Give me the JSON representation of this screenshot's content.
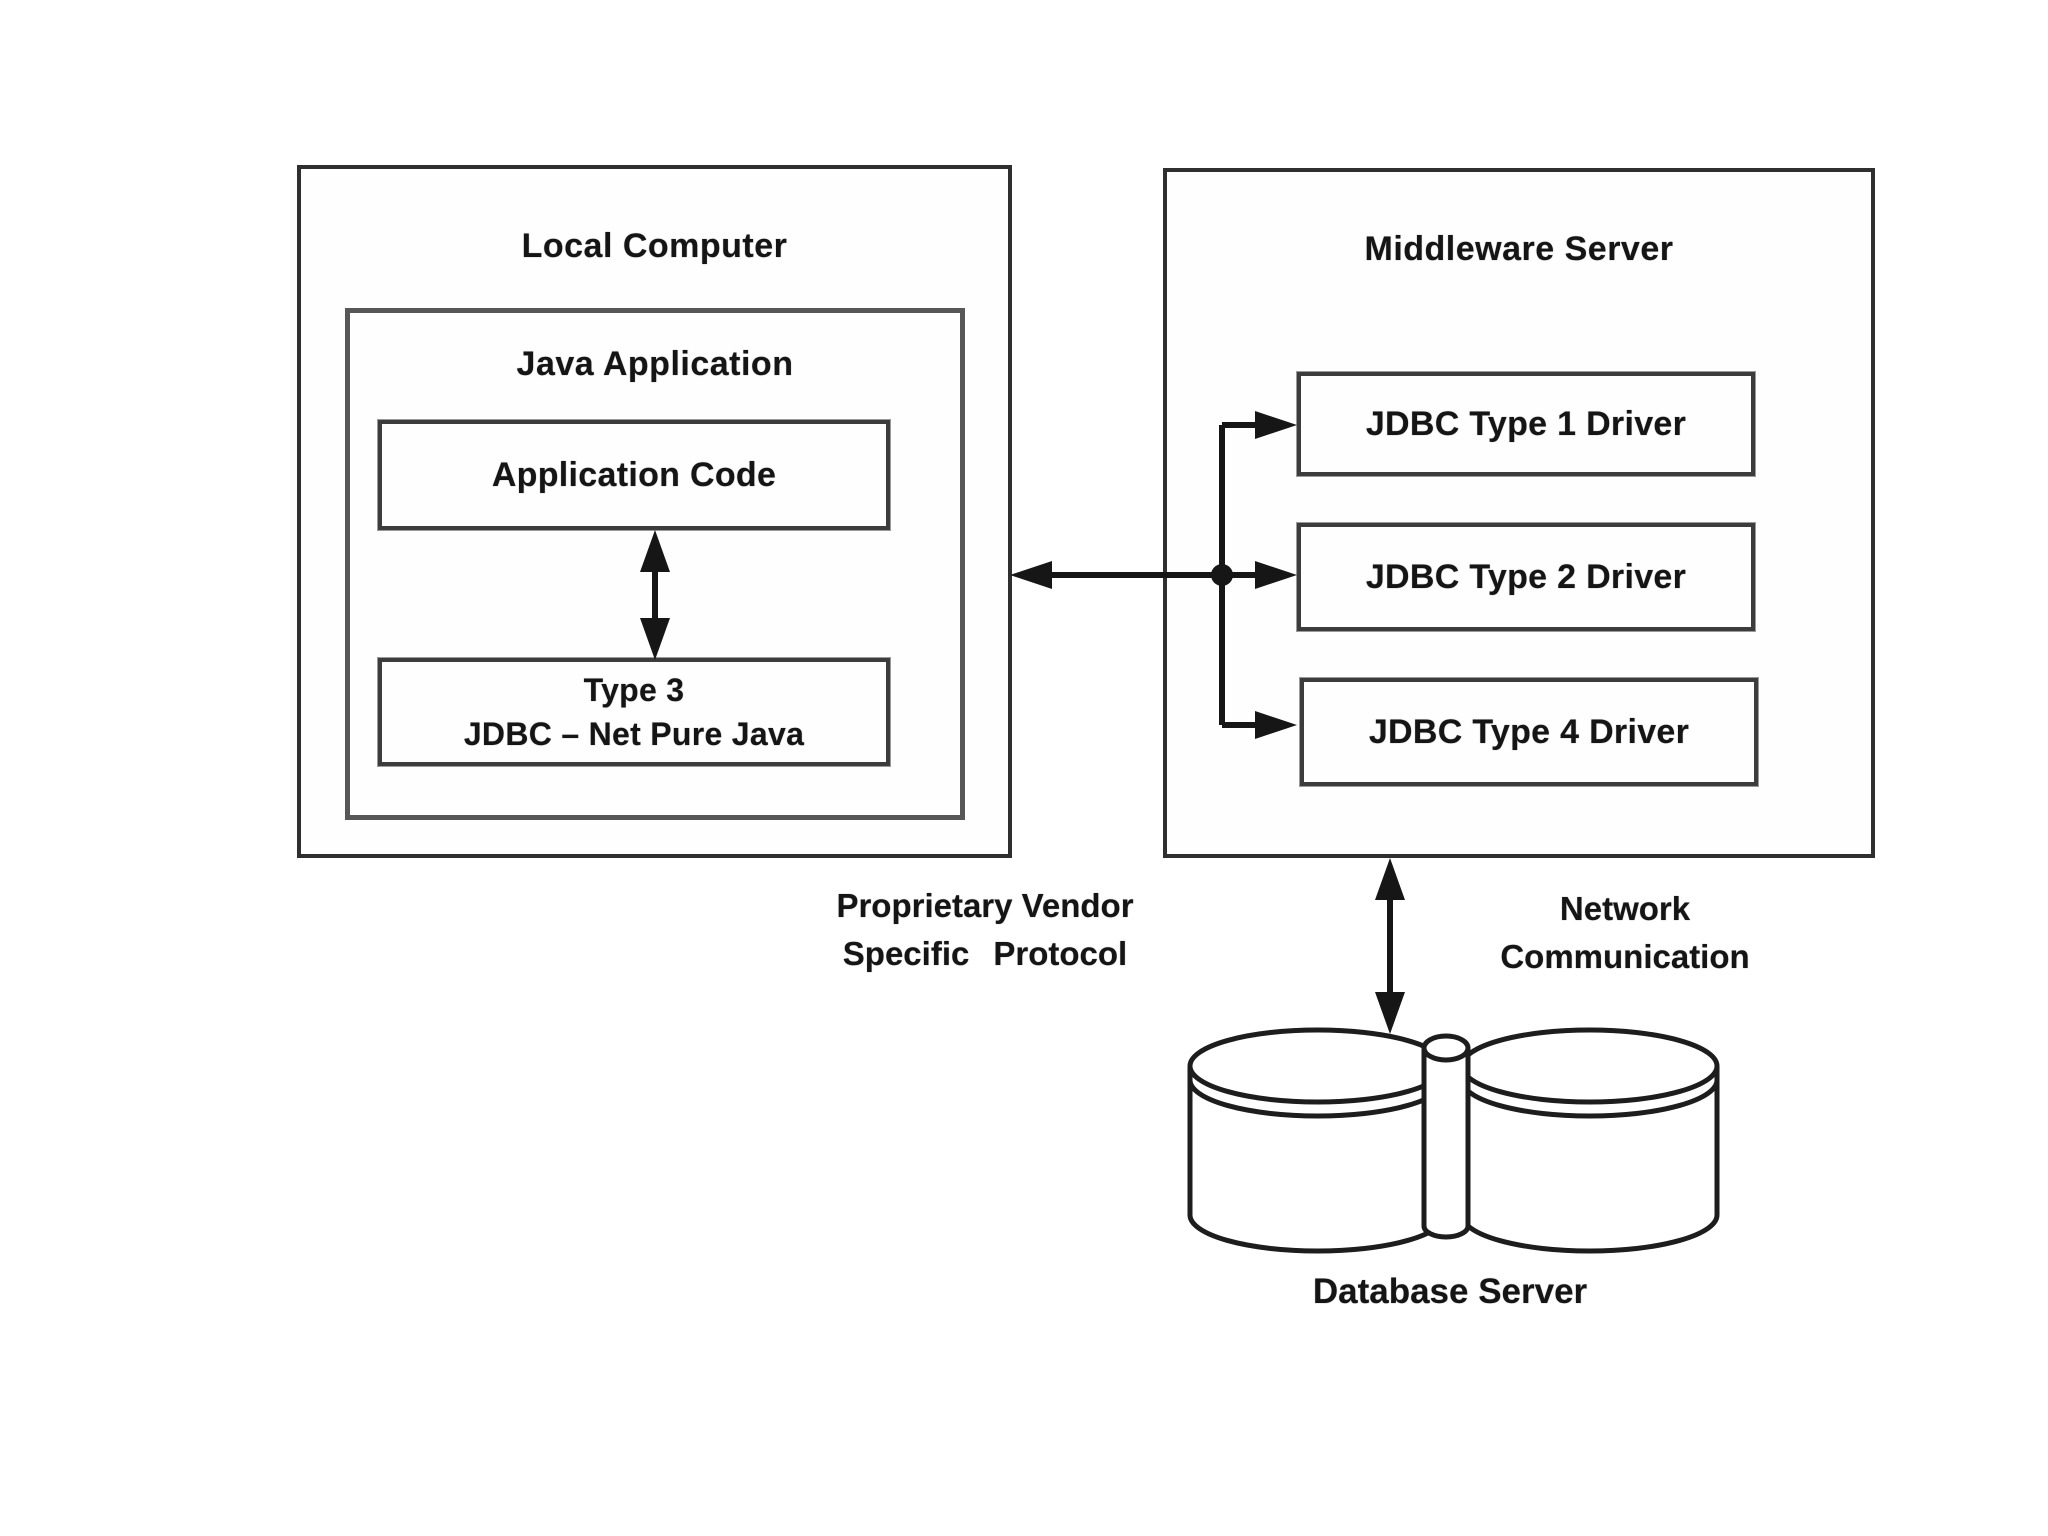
{
  "local": {
    "title": "Local Computer",
    "java_app": {
      "title": "Java Application",
      "app_code": "Application Code",
      "type3": {
        "line1": "Type 3",
        "line2": "JDBC – Net Pure Java"
      }
    }
  },
  "middleware": {
    "title": "Middleware Server",
    "drivers": [
      "JDBC Type 1 Driver",
      "JDBC Type 2 Driver",
      "JDBC Type 4 Driver"
    ]
  },
  "annotations": {
    "proprietary": {
      "line1": "Proprietary Vendor",
      "line2": "Specific Protocol"
    },
    "network": {
      "line1": "Network",
      "line2": "Communication"
    },
    "database": "Database Server"
  },
  "colors": {
    "line": "#161616",
    "border_dark": "#2f2f2f",
    "border_gray": "#575757",
    "background": "#ffffff"
  }
}
